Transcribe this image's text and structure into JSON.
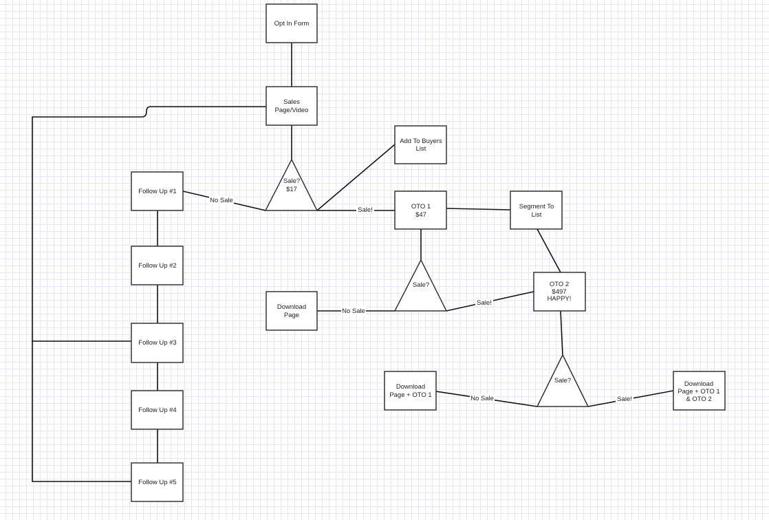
{
  "nodes": {
    "opt_in": [
      "Opt In Form"
    ],
    "sales_page": [
      "Sales",
      "Page/Video"
    ],
    "decision1": [
      "Sale?",
      "$17"
    ],
    "buyers_list": [
      "Add To Buyers",
      "List"
    ],
    "oto1": [
      "OTO 1",
      "$47"
    ],
    "segment": [
      "Segment To",
      "List"
    ],
    "decision2": [
      "Sale?"
    ],
    "oto2": [
      "OTO 2",
      "$497",
      "HAPPY!"
    ],
    "download": [
      "Download",
      "Page"
    ],
    "decision3": [
      "Sale?"
    ],
    "download_oto1": [
      "Download",
      "Page + OTO 1"
    ],
    "download_oto12": [
      "Download",
      "Page + OTO 1",
      "& OTO 2"
    ],
    "followups": [
      "Follow Up #1",
      "Follow Up #2",
      "Follow Up #3",
      "Follow Up #4",
      "Follow Up #5"
    ]
  },
  "edge_labels": {
    "no_sale_1": "No Sale",
    "sale_1": "Sale!",
    "no_sale_2": "No Sale",
    "sale_2": "Sale!",
    "no_sale_3": "No Sale",
    "sale_3": "Sale!"
  }
}
